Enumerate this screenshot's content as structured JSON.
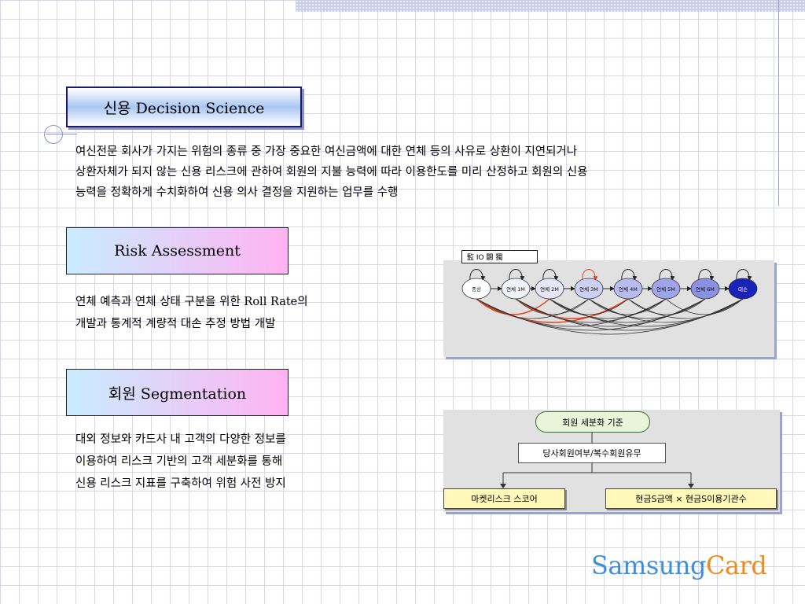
{
  "header": {
    "title": "신용 Decision Science"
  },
  "intro": {
    "lines": [
      " 여신전문 회사가 가지는 위험의 종류 중 가장 중요한 여신금액에 대한 연체 등의 사유로 상환이 지연되거나",
      "상환자체가 되지 않는 신용 리스크에 관하여 회원의 지불 능력에 따라 이용한도를 미리 산정하고 회원의 신용",
      " 능력을 정확하게 수치화하여 신용 의사 결정을 지원하는 업무를 수행"
    ]
  },
  "risk": {
    "title": "Risk Assessment",
    "lines": [
      " 연체 예측과 연체 상태 구분을 위한 Roll Rate의",
      "개발과 통계적 계량적 대손 추정 방법 개발"
    ]
  },
  "segment": {
    "title": "회원 Segmentation",
    "lines": [
      "대외 정보와 카드사 내 고객의 다양한 정보를",
      "이용하여 리스크 기반의 고객 세분화를 통해",
      "신용 리스크 지표를 구축하여 위험 사전 방지"
    ]
  },
  "rollrate": {
    "header_label": "監 IO 闢 獨",
    "states": [
      "종상",
      "1M",
      "2M",
      "3M",
      "4M",
      "5M",
      "6M",
      "대손"
    ],
    "state_prefix": "연체"
  },
  "segfig": {
    "root": "회원 세분화 기준",
    "middle": "당사회원여부/복수회원유무",
    "left": "마켓리스크 스코어",
    "right": "현금S금액 × 현금S이용기관수"
  },
  "brand": {
    "part1": "Samsung",
    "part2": "Card"
  },
  "colors": {
    "accent_blue": "#3f8fd8",
    "accent_orange": "#f08a1e"
  }
}
